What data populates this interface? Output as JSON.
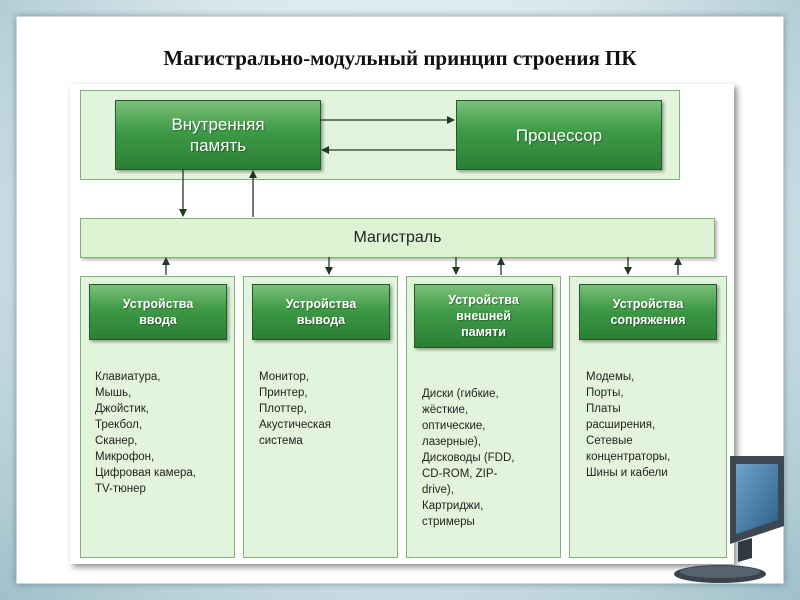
{
  "title": "Магистрально-модульный принцип строения ПК",
  "top": {
    "memory": "Внутренняя\nпамять",
    "processor": "Процессор"
  },
  "bus": "Магистраль",
  "devices": [
    {
      "heading": "Устройства\nввода",
      "items": "Клавиатура,\nМышь,\nДжойстик,\nТрекбол,\nСканер,\nМикрофон,\nЦифровая камера,\nTV-тюнер"
    },
    {
      "heading": "Устройства\nвывода",
      "items": "Монитор,\nПринтер,\nПлоттер,\nАкустическая\nсистема"
    },
    {
      "heading": "Устройства\nвнешней\nпамяти",
      "items": "Диски (гибкие,\nжёсткие,\nоптические,\nлазерные),\nДисководы (FDD,\nCD-ROM, ZIP-\ndrive),\nКартриджи,\nстримеры"
    },
    {
      "heading": "Устройства\nсопряжения",
      "items": "Модемы,\nПорты,\nПлаты\nрасширения,\nСетевые\nконцентраторы,\nШины и кабели"
    }
  ],
  "colors": {
    "panel": "#e3f4dc",
    "box_dark": "#3e9a46",
    "border": "#7fb574"
  },
  "icons": [
    "monitor-icon"
  ]
}
